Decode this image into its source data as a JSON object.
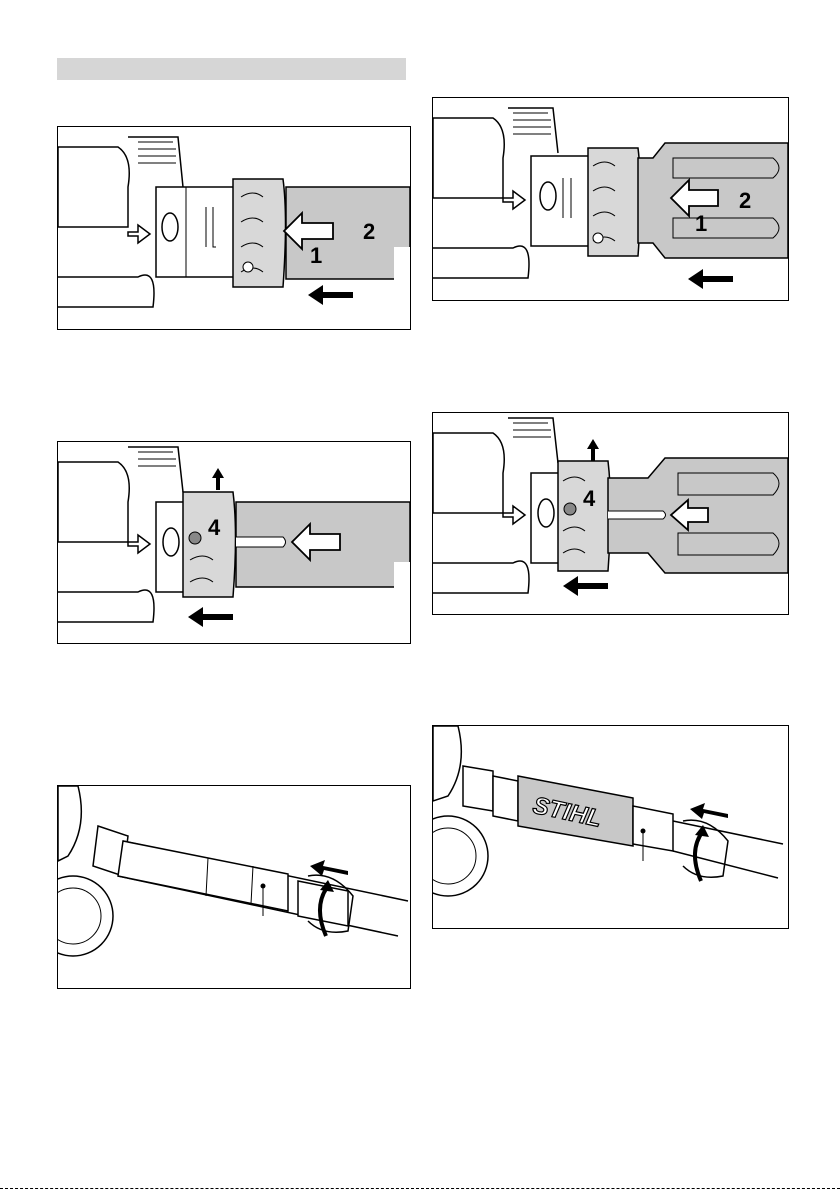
{
  "page": {
    "heading": ""
  },
  "figures": [
    {
      "id": "fig-1",
      "labels": [
        "1",
        "2"
      ]
    },
    {
      "id": "fig-2",
      "labels": [
        "1",
        "2"
      ]
    },
    {
      "id": "fig-3",
      "labels": [
        "4"
      ]
    },
    {
      "id": "fig-4",
      "labels": [
        "4"
      ]
    },
    {
      "id": "fig-5",
      "labels": []
    },
    {
      "id": "fig-6",
      "labels": [],
      "brand": "STIHL"
    }
  ],
  "colors": {
    "shade": "#c8c8c8",
    "heading_bar": "#d6d6d6",
    "ink": "#000000"
  }
}
